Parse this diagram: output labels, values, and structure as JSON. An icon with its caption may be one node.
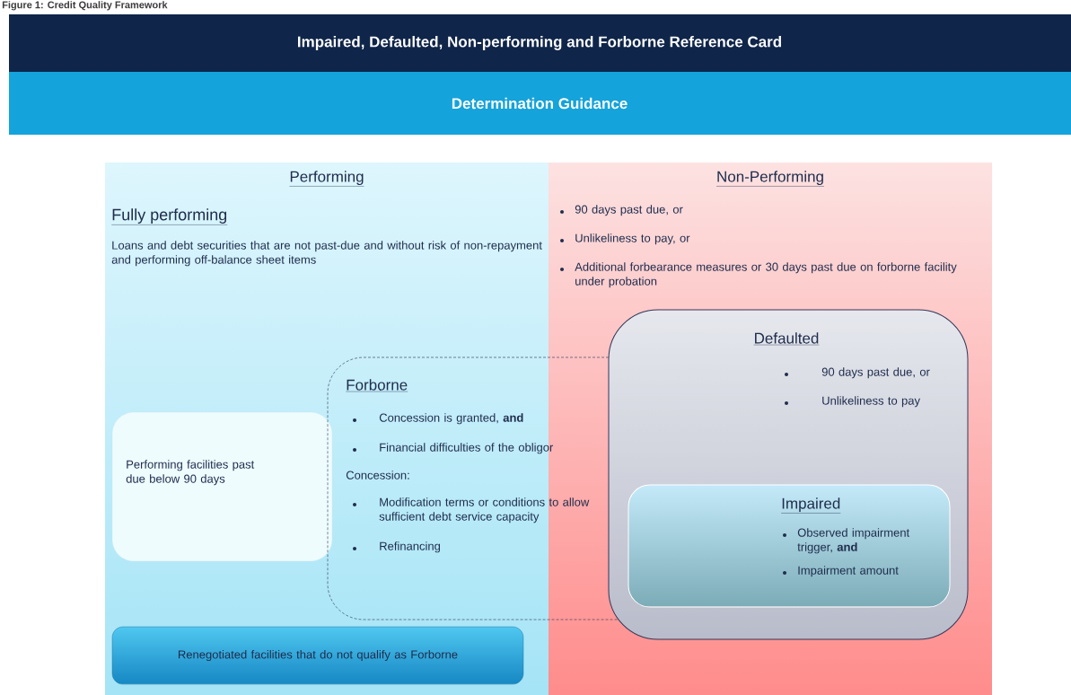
{
  "diagram": {
    "title": "Figure 1: Credit Quality Framework",
    "nodes": [
      {
        "text": [
          "Impaired, Defaulted, Non-performing and Forborne Reference Card"
        ]
      },
      {
        "text": [
          "Determination Guidance"
        ]
      },
      {
        "text": [
          "Performing",
          "Fully performing",
          "Loans and debt securities that are not past-due and without risk of non-repayment and performing off-balance sheet items"
        ]
      },
      {
        "text": [
          "Non-Performing",
          "90 days past due, or",
          "Unlikeliness to pay, or",
          "Additional forbearance measures or 30 days past due on forborne facility under probation"
        ]
      },
      {
        "text": [
          "Performing facilities past due below 90 days"
        ],
        "in": 2
      },
      {
        "text": [
          "Forborne",
          "Concession is granted, **and**",
          "Financial difficulties of the obligor",
          "Concession:",
          "Modification terms or conditions to allow sufficient debt service capacity",
          "Refinancing"
        ]
      },
      {
        "text": [
          "Defaulted",
          "90 days past due, or",
          "Unlikeliness to pay"
        ]
      },
      {
        "text": [
          "Impaired",
          "Observed impairment trigger, **and**",
          "Impairment amount"
        ],
        "in": 6
      },
      {
        "text": [
          "Renegotiated facilities that do not qualify as Forborne"
        ],
        "in": 2
      }
    ]
  }
}
